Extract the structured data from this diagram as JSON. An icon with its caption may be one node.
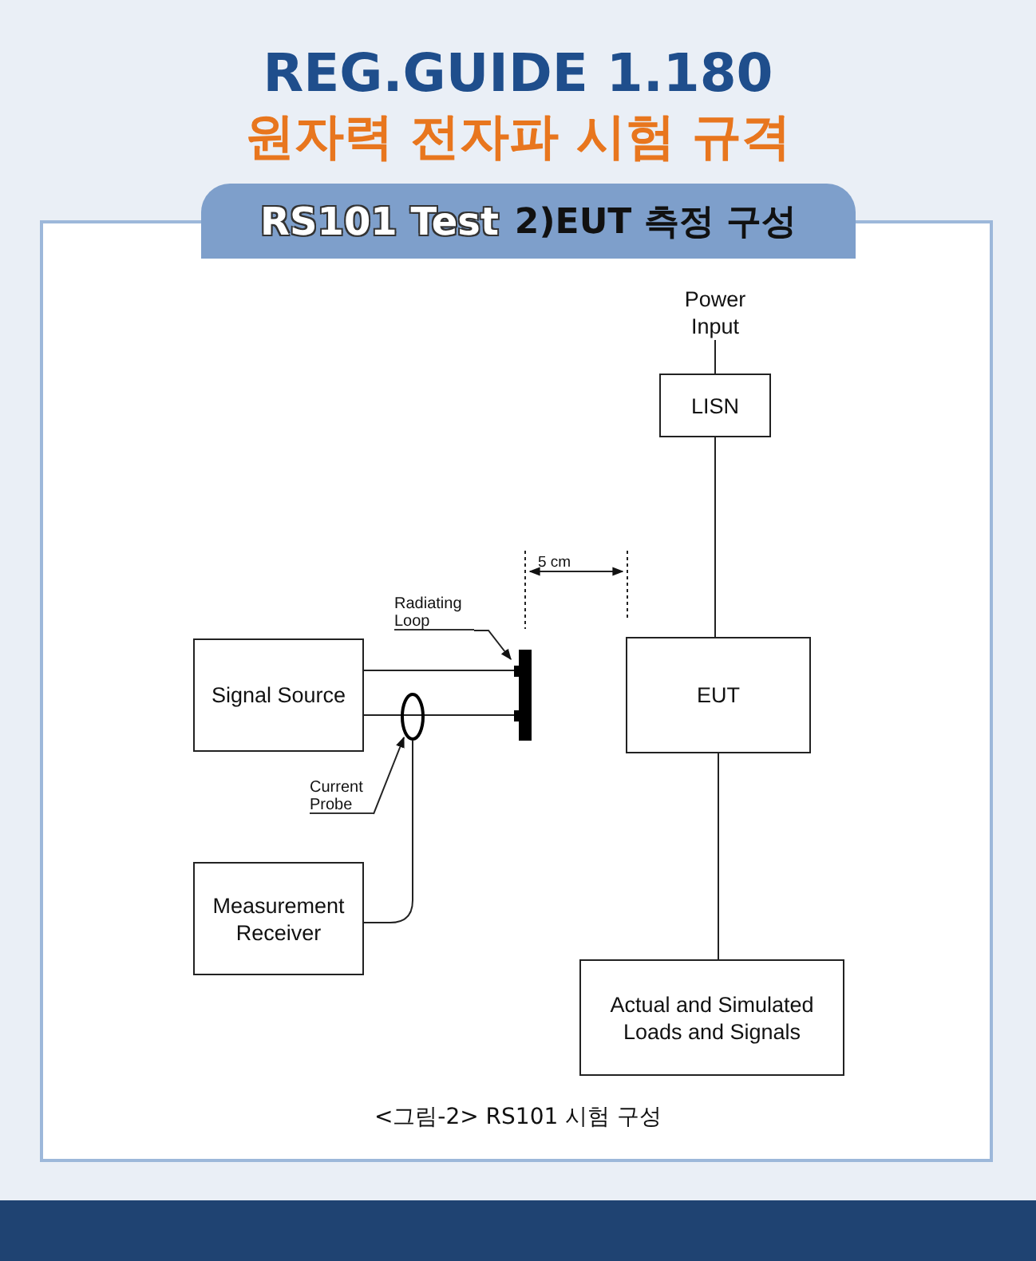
{
  "diagram": {
    "title": "REG.GUIDE 1.180",
    "caption": "<그림-2> RS101 시험 구성",
    "nodes": [
      {
        "text": [
          "Signal Source"
        ]
      },
      {
        "text": [
          "Measurement Receiver"
        ]
      },
      {
        "text": [
          "Radiating Loop"
        ]
      },
      {
        "text": [],
        "shape": "bar"
      },
      {
        "text": [
          "Current Probe"
        ]
      },
      {
        "text": [],
        "shape": "circle"
      },
      {
        "text": [
          "Power Input"
        ]
      },
      {
        "text": [
          "LISN"
        ]
      },
      {
        "text": [
          "EUT"
        ]
      },
      {
        "text": [
          "Actual and Simulated Loads and Signals"
        ]
      }
    ],
    "edges": [
      {
        "from": 0,
        "to": 3,
        "arrow": "none"
      },
      {
        "from": 0,
        "to": 3,
        "arrow": "none"
      },
      {
        "from": 2,
        "to": 3,
        "arrow": "to"
      },
      {
        "from": 4,
        "to": 5,
        "arrow": "to"
      },
      {
        "from": 5,
        "to": 1,
        "arrow": "none"
      },
      {
        "from": 6,
        "to": 7,
        "arrow": "none"
      },
      {
        "from": 7,
        "to": 8,
        "arrow": "none"
      },
      {
        "from": 8,
        "to": 9,
        "arrow": "none"
      }
    ],
    "labels": [
      "원자력 전자파 시험 규격",
      "RS101 Test",
      "2)EUT 측정 구성",
      "5 cm"
    ]
  }
}
